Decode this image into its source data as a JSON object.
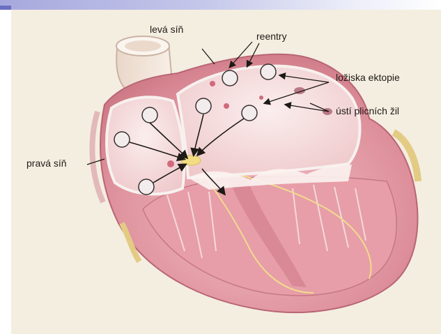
{
  "labels": {
    "left_atrium": "levá síň",
    "reentry": "reentry",
    "ectopic_foci": "ložiska ektopie",
    "pulmonary_veins": "ústí plicních  žil",
    "right_atrium": "pravá síň"
  },
  "colors": {
    "background": "#f4eee0",
    "tissue": "#e8a6ae",
    "chamber": "#f7dfe0",
    "annotation": "#1d1a16"
  }
}
